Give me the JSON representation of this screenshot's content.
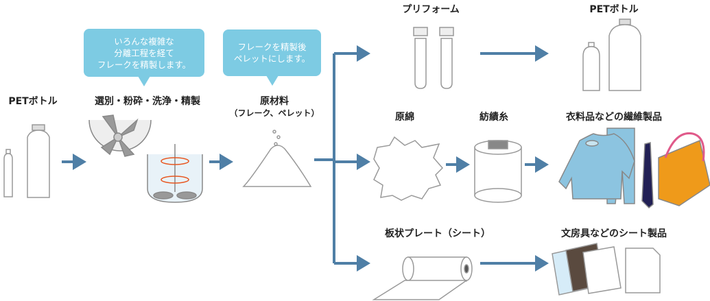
{
  "colors": {
    "arrow": "#4f7fa6",
    "callout": "#7dcbe3",
    "garment": "#8cc4e0",
    "bag": "#ef9a1a"
  },
  "labels": {
    "pet_bottle_source": "PETボトル",
    "process": "選別・粉砕・洗浄・精製",
    "raw_material": "原材料",
    "raw_material_sub": "（フレーク、ペレット）",
    "preform": "プリフォーム",
    "pet_bottle_product": "PETボトル",
    "raw_cotton": "原綿",
    "spun_yarn": "紡績糸",
    "textile_products": "衣料品などの繊維製品",
    "sheet": "板状プレート（シート）",
    "sheet_products": "文房具などのシート製品"
  },
  "callouts": {
    "process": [
      "いろんな複雑な",
      "分離工程を経て",
      "フレークを精製します。"
    ],
    "pellet": [
      "フレークを精製後",
      "ペレットにします。"
    ]
  }
}
